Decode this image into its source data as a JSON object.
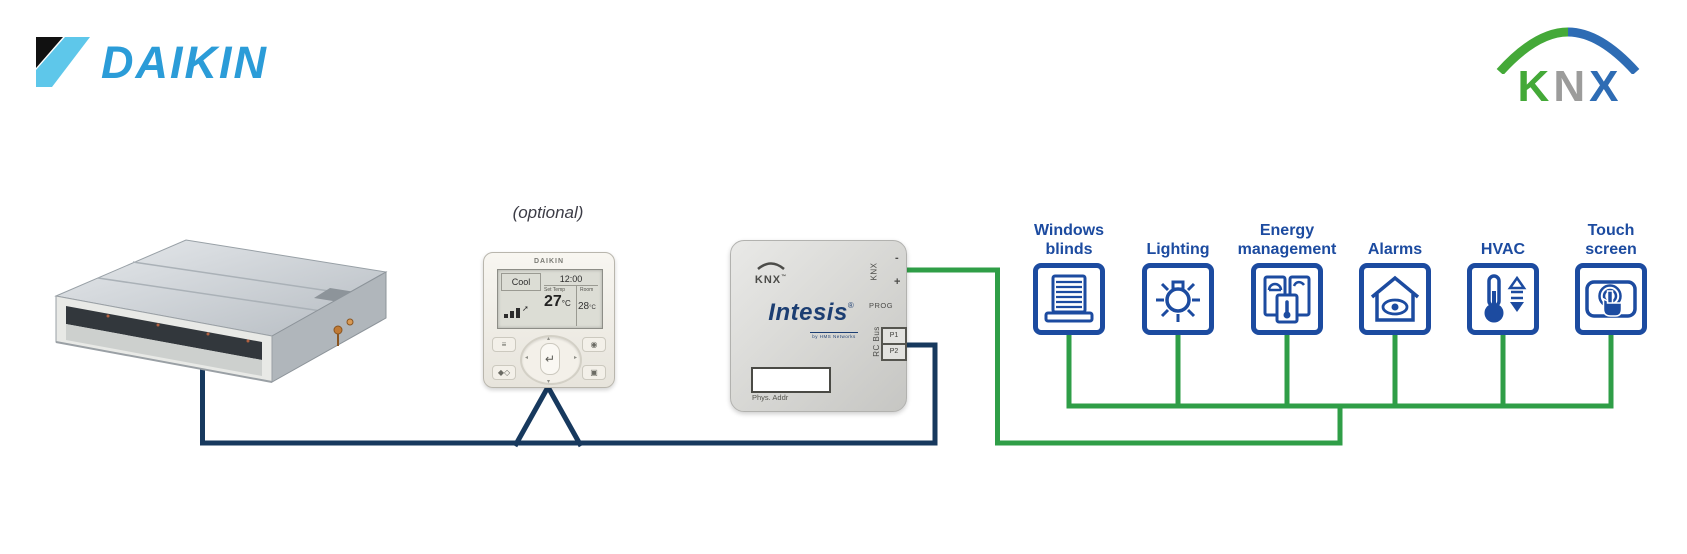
{
  "header": {
    "daikin_logo_text": "DAIKIN",
    "knx_logo": {
      "k": "K",
      "n": "N",
      "x": "X"
    }
  },
  "optional_label": "(optional)",
  "remote": {
    "brand": "DAIKIN",
    "lcd": {
      "mode": "Cool",
      "time": "12:00",
      "set_temp_label": "Set Temp",
      "set_temp": "27",
      "set_temp_unit": "°C",
      "room_label": "Room",
      "room_temp": "28",
      "room_temp_unit": "°C"
    },
    "center_button_glyph": "↵"
  },
  "gateway": {
    "knx_mark": "KNX",
    "knx_tm": "™",
    "brand": "Intesis",
    "brand_reg": "®",
    "brand_sub": "by HMS Networks",
    "terminals": {
      "knx": "KNX",
      "minus": "-",
      "plus": "+",
      "prog": "PROG",
      "rc_bus": "RC Bus",
      "p1": "P1",
      "p2": "P2"
    },
    "phys_addr_label": "Phys. Addr"
  },
  "devices": [
    {
      "id": "windows-blinds",
      "label": "Windows\nblinds"
    },
    {
      "id": "lighting",
      "label": "Lighting"
    },
    {
      "id": "energy-management",
      "label": "Energy\nmanagement"
    },
    {
      "id": "alarms",
      "label": "Alarms"
    },
    {
      "id": "hvac",
      "label": "HVAC"
    },
    {
      "id": "touch-screen",
      "label": "Touch\nscreen"
    }
  ],
  "colors": {
    "knx_bus_green": "#2f9e47",
    "rc_bus_navy": "#17395e",
    "device_blue": "#1c4ba0",
    "daikin_blue": "#2b9cd8",
    "knx_k_green": "#44a938",
    "knx_n_gray": "#9c9c9b",
    "knx_x_blue": "#2e6cb4"
  }
}
